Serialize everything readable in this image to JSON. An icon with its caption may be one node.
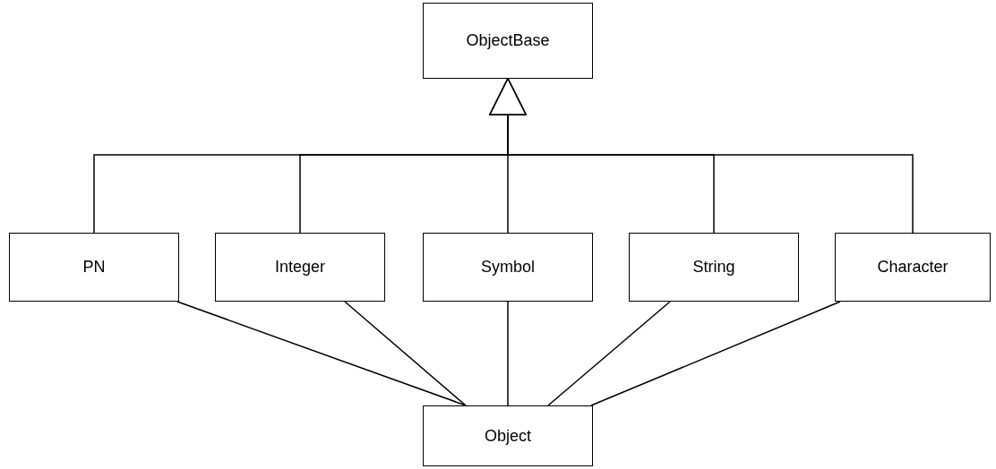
{
  "diagram": {
    "nodes": [
      {
        "text": [
          "ObjectBase"
        ]
      },
      {
        "text": [
          "PN"
        ]
      },
      {
        "text": [
          "Integer"
        ]
      },
      {
        "text": [
          "Symbol"
        ]
      },
      {
        "text": [
          "String"
        ]
      },
      {
        "text": [
          "Character"
        ]
      },
      {
        "text": [
          "Object"
        ]
      }
    ],
    "edges": [
      {
        "from": 1,
        "to": 0,
        "arrow": "to"
      },
      {
        "from": 2,
        "to": 0,
        "arrow": "to"
      },
      {
        "from": 3,
        "to": 0,
        "arrow": "to"
      },
      {
        "from": 4,
        "to": 0,
        "arrow": "to"
      },
      {
        "from": 5,
        "to": 0,
        "arrow": "to"
      },
      {
        "from": 1,
        "to": 6,
        "arrow": "none"
      },
      {
        "from": 2,
        "to": 6,
        "arrow": "none"
      },
      {
        "from": 3,
        "to": 6,
        "arrow": "none"
      },
      {
        "from": 4,
        "to": 6,
        "arrow": "none"
      },
      {
        "from": 5,
        "to": 6,
        "arrow": "none"
      }
    ]
  }
}
